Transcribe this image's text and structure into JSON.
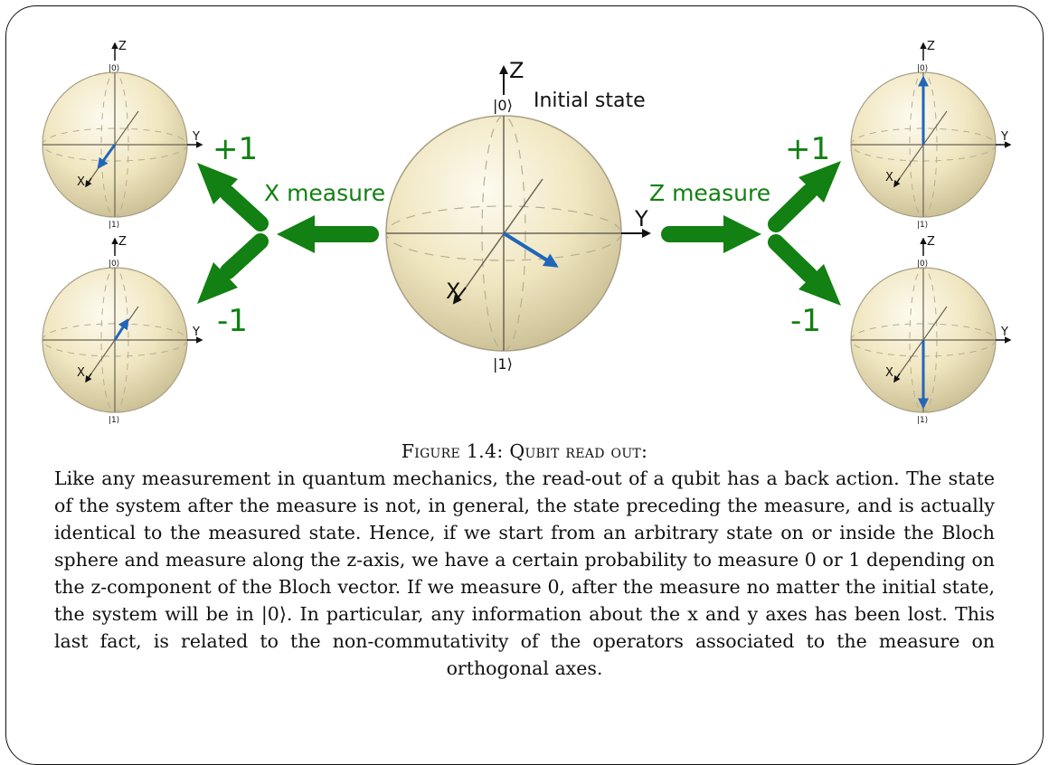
{
  "diagram": {
    "center_sphere": {
      "axis_z": "Z",
      "axis_y": "Y",
      "axis_x": "X",
      "ket_top": "|0⟩",
      "ket_bottom": "|1⟩",
      "state_label": "Initial state"
    },
    "left_group": {
      "measure_label": "X measure",
      "outcome_plus": "+1",
      "outcome_minus": "-1"
    },
    "right_group": {
      "measure_label": "Z measure",
      "outcome_plus": "+1",
      "outcome_minus": "-1"
    },
    "small_sphere": {
      "axis_z": "Z",
      "axis_y": "Y",
      "axis_x": "X",
      "ket_top": "|0⟩",
      "ket_bottom": "|1⟩"
    },
    "colors": {
      "arrow_green": "#128012",
      "state_vector_blue": "#2266b8",
      "sphere_fill": "#f1e8c4"
    }
  },
  "caption": {
    "title": "Figure 1.4: Qubit read out:",
    "body": "Like any measurement in quantum mechanics, the read-out of a qubit has a back action.  The state of the system after the measure is not, in general, the state preceding the measure, and is actually identical to the measured state. Hence, if we start from an arbitrary state on or inside the Bloch sphere and measure along the z-axis, we have a certain probability to measure 0 or 1 depending on the z-component of the Bloch vector. If we measure 0, after the measure no matter the initial state, the system will be in |0⟩.  In particular, any information about the x and y axes has been lost. This last fact, is related to the non-commutativity of the operators associated to the measure on orthogonal axes."
  }
}
